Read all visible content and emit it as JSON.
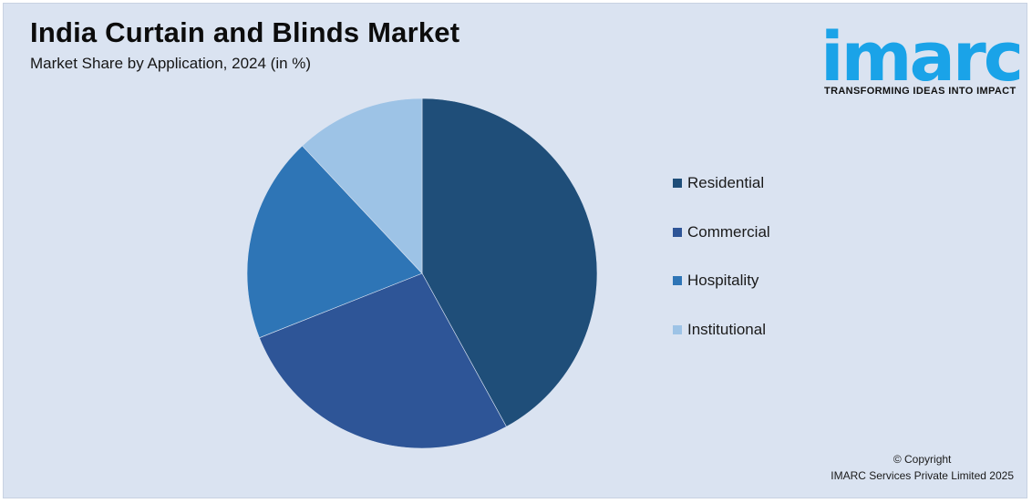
{
  "header": {
    "title": "India Curtain and Blinds Market",
    "subtitle": "Market Share by Application, 2024 (in %)"
  },
  "logo": {
    "word": "imarc",
    "tagline": "TRANSFORMING IDEAS INTO IMPACT",
    "color": "#1aa3e8"
  },
  "chart_data": {
    "type": "pie",
    "title": "India Curtain and Blinds Market",
    "subtitle": "Market Share by Application, 2024 (in %)",
    "categories": [
      "Residential",
      "Commercial",
      "Hospitality",
      "Institutional"
    ],
    "values": [
      42,
      27,
      19,
      12
    ],
    "colors": [
      "#1f4e79",
      "#2e5597",
      "#2e75b6",
      "#9dc3e6"
    ],
    "legend_position": "right"
  },
  "legend": {
    "items": [
      {
        "label": "Residential",
        "color": "#1f4e79"
      },
      {
        "label": "Commercial",
        "color": "#2e5597"
      },
      {
        "label": "Hospitality",
        "color": "#2e75b6"
      },
      {
        "label": "Institutional",
        "color": "#9dc3e6"
      }
    ]
  },
  "footer": {
    "copyright_line1": "© Copyright",
    "copyright_line2": "IMARC Services Private Limited 2025"
  }
}
